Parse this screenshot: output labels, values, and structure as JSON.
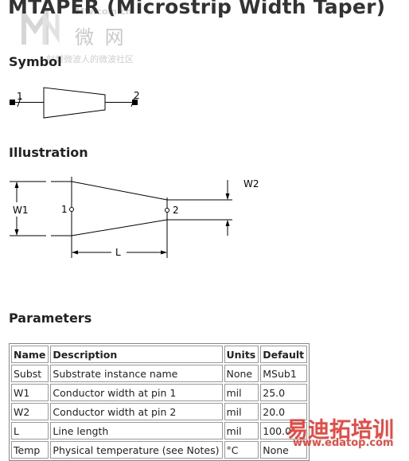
{
  "title": "MTAPER (Microstrip Width Taper)",
  "watermark": {
    "en": "MW.com.cn",
    "cn": "微 网",
    "sub": "射频微波人的微波社区",
    "site_logo": "易迪拓培训",
    "site_url": "www.edatop.com"
  },
  "sections": {
    "symbol": "Symbol",
    "illustration": "Illustration",
    "parameters": "Parameters"
  },
  "symbol": {
    "pin1": "1",
    "pin2": "2"
  },
  "illustration": {
    "w1": "W1",
    "w2": "W2",
    "l": "L",
    "pin1": "1",
    "pin2": "2"
  },
  "params_table": {
    "headers": [
      "Name",
      "Description",
      "Units",
      "Default"
    ],
    "rows": [
      [
        "Subst",
        "Substrate instance name",
        "None",
        "MSub1"
      ],
      [
        "W1",
        "Conductor width at pin 1",
        "mil",
        "25.0"
      ],
      [
        "W2",
        "Conductor width at pin 2",
        "mil",
        "20.0"
      ],
      [
        "L",
        "Line length",
        "mil",
        "100.0"
      ],
      [
        "Temp",
        "Physical temperature (see Notes)",
        "°C",
        "None"
      ]
    ]
  }
}
